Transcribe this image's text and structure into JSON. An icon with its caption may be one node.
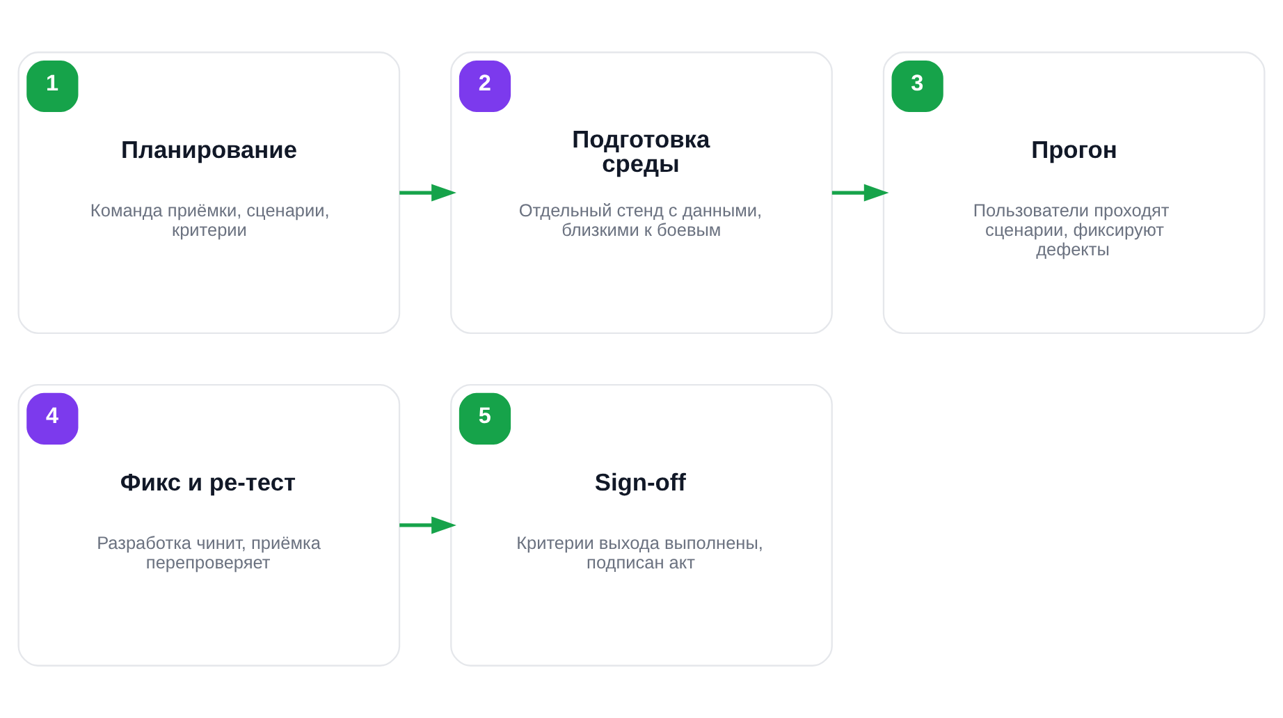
{
  "diagram": {
    "nodes": [
      {
        "text": [
          "1",
          "Планирование",
          "Команда приёмки, сценарии, критерии"
        ]
      },
      {
        "text": [
          "2",
          "Подготовка среды",
          "Отдельный стенд с данными, близкими к боевым"
        ]
      },
      {
        "text": [
          "3",
          "Прогон",
          "Пользователи проходят сценарии, фиксируют дефекты"
        ]
      },
      {
        "text": [
          "4",
          "Фикс и ре-тест",
          "Разработка чинит, приёмка перепроверяет"
        ]
      },
      {
        "text": [
          "5",
          "Sign-off",
          "Критерии выхода выполнены, подписан акт"
        ]
      }
    ],
    "edges": [
      {
        "from": 0,
        "to": 1,
        "arrow": "to"
      },
      {
        "from": 1,
        "to": 2,
        "arrow": "to"
      },
      {
        "from": 3,
        "to": 4,
        "arrow": "to"
      }
    ]
  }
}
